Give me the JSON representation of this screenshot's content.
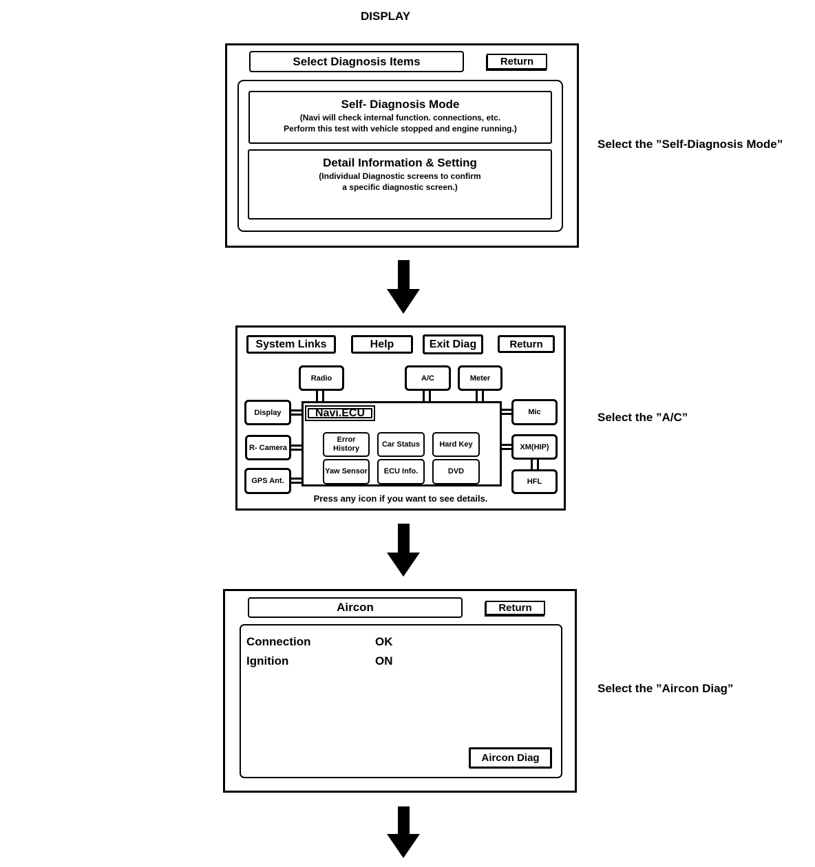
{
  "page_title": "DISPLAY",
  "colors": {
    "ink": "#000000",
    "background": "#ffffff"
  },
  "screen1": {
    "title": "Select Diagnosis Items",
    "return_label": "Return",
    "options": [
      {
        "heading": "Self- Diagnosis Mode",
        "line1": "(Navi will check internal function. connections, etc.",
        "line2": "Perform this test with vehicle stopped and engine running.)"
      },
      {
        "heading": "Detail Information & Setting",
        "line1": "(Individual Diagnostic screens to confirm",
        "line2": "a specific diagnostic screen.)"
      }
    ],
    "annotation": "Select the ”Self-Diagnosis Mode”"
  },
  "screen2": {
    "toolbar": {
      "system_links": "System Links",
      "help": "Help",
      "exit_diag": "Exit Diag",
      "return_label": "Return"
    },
    "top_nodes": [
      "Radio",
      "A/C",
      "Meter"
    ],
    "left_nodes": [
      "Display",
      "R- Camera",
      "GPS Ant."
    ],
    "right_nodes": [
      "Mic",
      "XM(HIP)",
      "HFL"
    ],
    "ecu_label": "Navi.ECU",
    "inner_nodes": [
      "Error History",
      "Car Status",
      "Hard Key",
      "Yaw Sensor",
      "ECU Info.",
      "DVD"
    ],
    "footer": "Press any icon if you want to see details.",
    "annotation": "Select the ”A/C”"
  },
  "screen3": {
    "title": "Aircon",
    "return_label": "Return",
    "status_rows": [
      {
        "label": "Connection",
        "value": "OK"
      },
      {
        "label": "Ignition",
        "value": "ON"
      }
    ],
    "diag_button": "Aircon Diag",
    "annotation": "Select the ”Aircon Diag”"
  }
}
